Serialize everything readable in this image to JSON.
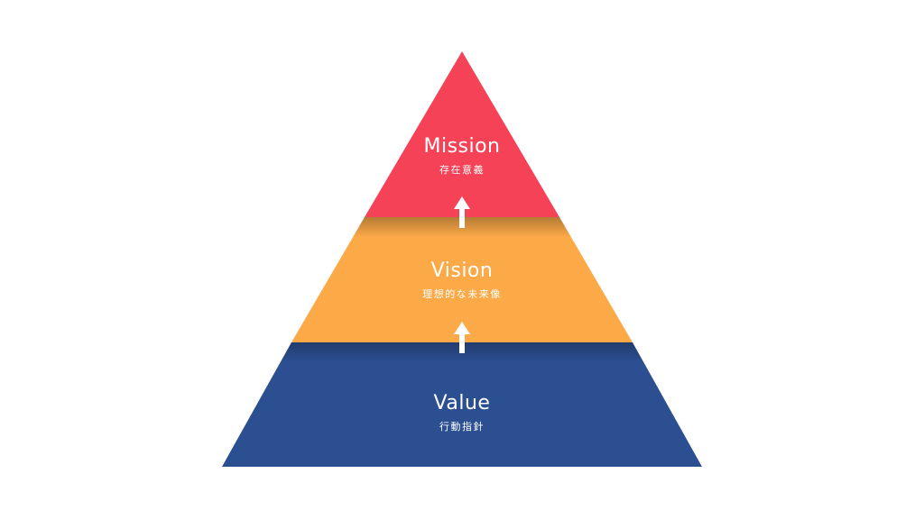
{
  "diagram": {
    "type": "pyramid",
    "levels": [
      {
        "title": "Mission",
        "subtitle": "存在意義",
        "color": "#f54257"
      },
      {
        "title": "Vision",
        "subtitle": "理想的な未来像",
        "color": "#fca948"
      },
      {
        "title": "Value",
        "subtitle": "行動指針",
        "color": "#2c4f92"
      }
    ],
    "arrows": [
      {
        "from": "Vision",
        "to": "Mission",
        "icon": "arrow-up-icon"
      },
      {
        "from": "Value",
        "to": "Vision",
        "icon": "arrow-up-icon"
      }
    ],
    "background": "#ffffff"
  }
}
